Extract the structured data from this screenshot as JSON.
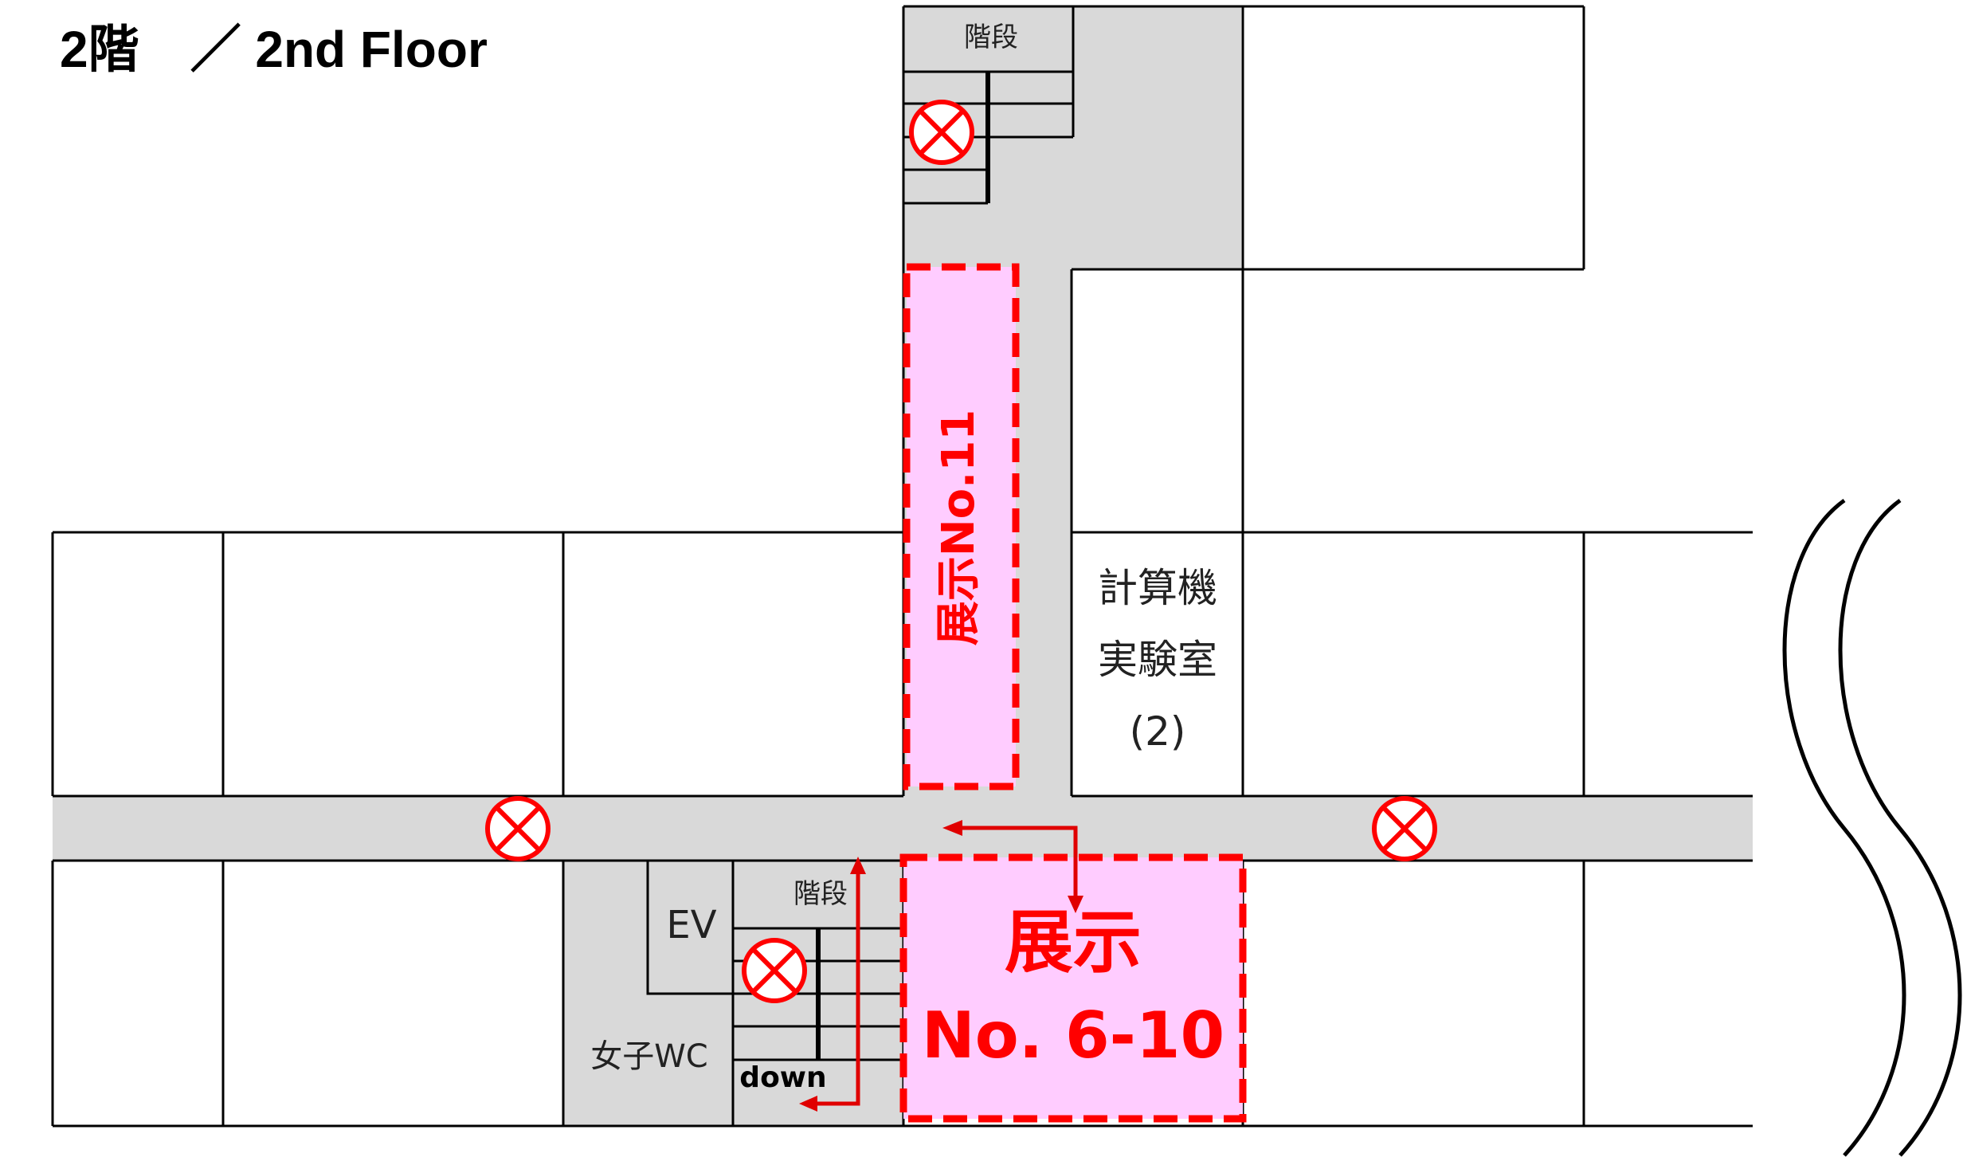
{
  "title": "2階　／ 2nd Floor",
  "colors": {
    "corridor": "#d9d9d9",
    "wall": "#000000",
    "exhibit_fill": "#ffccff",
    "exhibit_border": "#ff0000",
    "no_entry": "#ff0000",
    "arrow": "#e00000"
  },
  "labels": {
    "stairs": "階段",
    "elevator": "EV",
    "womens_wc": "女子WC",
    "down": "down",
    "room_line1": "計算機",
    "room_line2": "実験室",
    "room_line3": "(2)"
  },
  "exhibits": {
    "area_11": "展示No.11",
    "area_main_line1": "展示",
    "area_main_line2": "No. 6-10"
  },
  "icons": [
    "no-entry-icon",
    "no-entry-icon",
    "no-entry-icon",
    "no-entry-icon",
    "wave-break-icon"
  ]
}
